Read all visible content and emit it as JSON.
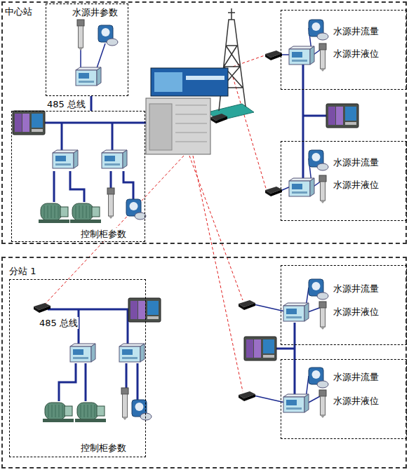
{
  "diagram": {
    "nodes": [
      {
        "text": [
          "中心站"
        ]
      },
      {
        "text": [
          "水源井参数"
        ],
        "in": 0
      },
      {
        "text": [
          "控制柜参数"
        ],
        "in": 0
      },
      {
        "text": [
          "水源井流量",
          "水源井液位"
        ],
        "in": 0
      },
      {
        "text": [
          "水源井流量",
          "水源井液位"
        ],
        "in": 0
      },
      {
        "text": [
          "分站 1"
        ]
      },
      {
        "text": [
          "485 总线",
          "控制柜参数"
        ],
        "in": 5
      },
      {
        "text": [
          "水源井流量",
          "水源井液位"
        ],
        "in": 5
      },
      {
        "text": [
          "水源井流量",
          "水源井液位"
        ],
        "in": 5
      }
    ],
    "edges": [
      {
        "from": 1,
        "to": 2,
        "arrow": "none"
      },
      {
        "from": 3,
        "to": 4,
        "arrow": "none"
      },
      {
        "from": 7,
        "to": 8,
        "arrow": "none"
      }
    ],
    "labels": [
      "485 总线"
    ]
  }
}
